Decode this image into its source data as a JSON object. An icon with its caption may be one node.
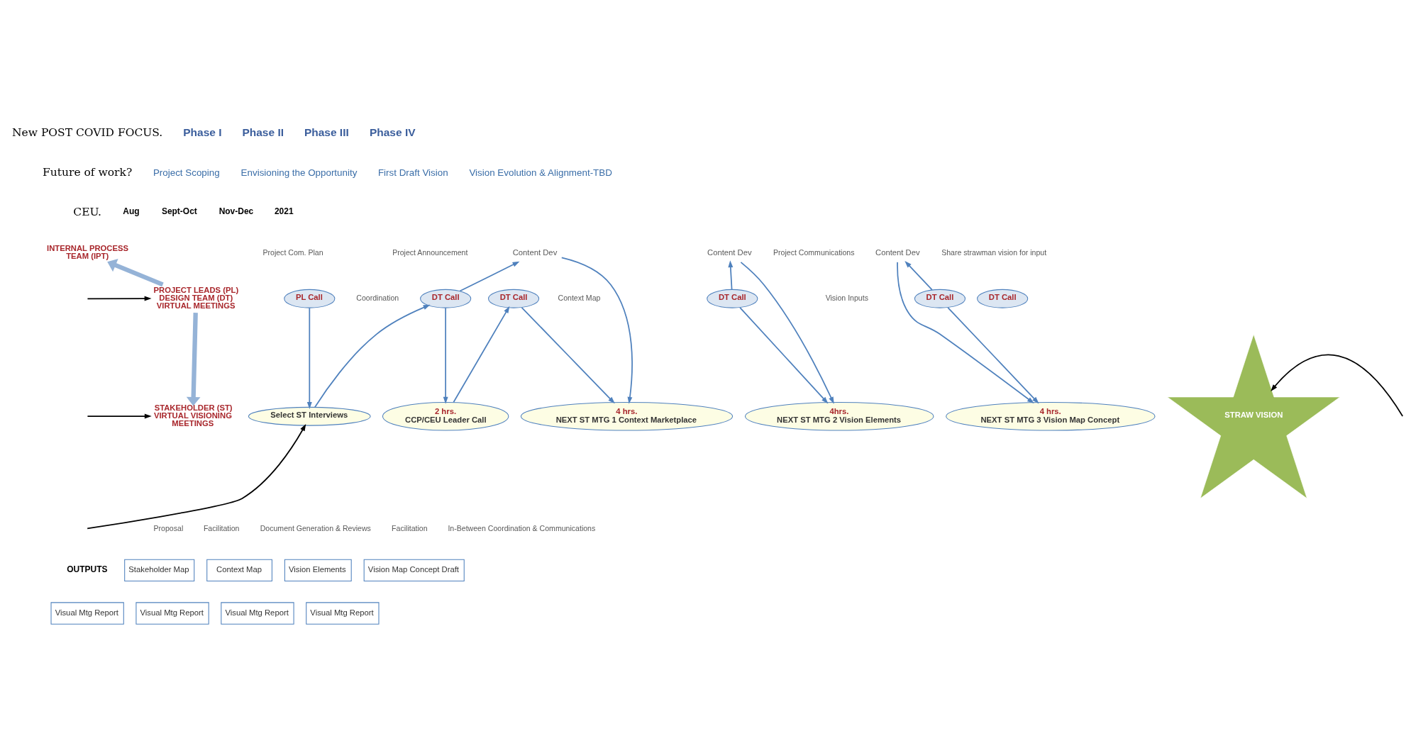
{
  "diagram": {
    "nodes": [
      {
        "text": [
          "INTERNAL PROCESS TEAM (IPT)"
        ]
      },
      {
        "text": [
          "Content Dev"
        ]
      },
      {
        "text": [
          "Content Dev"
        ]
      },
      {
        "text": [
          "Content Dev"
        ]
      },
      {
        "text": [
          "PROJECT LEADS (PL) DESIGN TEAM (DT) VIRTUAL MEETINGS"
        ]
      },
      {
        "text": [
          "PL Call"
        ]
      },
      {
        "text": [
          "DT Call"
        ]
      },
      {
        "text": [
          "DT Call"
        ]
      },
      {
        "text": [
          "DT Call"
        ]
      },
      {
        "text": [
          "DT Call"
        ]
      },
      {
        "text": [
          "DT Call"
        ]
      },
      {
        "text": [
          "STAKEHOLDER (ST) VIRTUAL VISIONING MEETINGS"
        ]
      },
      {
        "text": [
          "Select ST Interviews"
        ]
      },
      {
        "text": [
          "2 hrs.",
          "CCP/CEU Leader Call"
        ]
      },
      {
        "text": [
          "4 hrs.",
          "NEXT ST MTG 1 Context Marketplace"
        ]
      },
      {
        "text": [
          "4hrs.",
          "NEXT ST MTG 2 Vision Elements"
        ]
      },
      {
        "text": [
          "4 hrs.",
          "NEXT ST MTG 3 Vision Map Concept"
        ]
      },
      {
        "text": [
          "STRAW VISION"
        ]
      },
      {
        "text": [
          "Stakeholder Map"
        ]
      },
      {
        "text": [
          "Context Map"
        ]
      },
      {
        "text": [
          "Vision Elements"
        ]
      },
      {
        "text": [
          "Vision Map Concept Draft"
        ]
      },
      {
        "text": [
          "Visual Mtg Report"
        ]
      },
      {
        "text": [
          "Visual Mtg Report"
        ]
      },
      {
        "text": [
          "Visual Mtg Report"
        ]
      },
      {
        "text": [
          "Visual Mtg Report"
        ]
      }
    ],
    "edges": [
      {
        "from": 4,
        "to": 0,
        "arrow": "to",
        "style": "thick"
      },
      {
        "from": 4,
        "to": 11,
        "arrow": "to",
        "style": "thick"
      },
      {
        "from": 5,
        "to": 12,
        "arrow": "to"
      },
      {
        "from": 12,
        "to": 6,
        "arrow": "to"
      },
      {
        "from": 6,
        "to": 13,
        "arrow": "to"
      },
      {
        "from": 6,
        "to": 1,
        "arrow": "to"
      },
      {
        "from": 13,
        "to": 7,
        "arrow": "to"
      },
      {
        "from": 1,
        "to": 14,
        "arrow": "to"
      },
      {
        "from": 7,
        "to": 14,
        "arrow": "to"
      },
      {
        "from": 8,
        "to": 2,
        "arrow": "to"
      },
      {
        "from": 8,
        "to": 15,
        "arrow": "to"
      },
      {
        "from": 2,
        "to": 15,
        "arrow": "to"
      },
      {
        "from": 9,
        "to": 3,
        "arrow": "to"
      },
      {
        "from": 9,
        "to": 16,
        "arrow": "to"
      },
      {
        "from": 3,
        "to": 16,
        "arrow": "to"
      },
      {
        "from": null,
        "to": 4,
        "arrow": "to",
        "color": "#000000"
      },
      {
        "from": null,
        "to": 11,
        "arrow": "to",
        "color": "#000000"
      },
      {
        "from": null,
        "to": 12,
        "arrow": "to",
        "color": "#000000"
      },
      {
        "from": null,
        "to": 17,
        "arrow": "to",
        "color": "#000000"
      }
    ],
    "labels": [
      "New POST COVID FOCUS.",
      "Future of work?",
      "CEU.",
      "Phase I",
      "Project Scoping",
      "Aug",
      "Phase II",
      "Envisioning the Opportunity",
      "Sept-Oct",
      "Phase III",
      "First Draft Vision",
      "Nov-Dec",
      "Phase IV",
      "Vision Evolution & Alignment-TBD",
      "2021",
      "Project Com. Plan",
      "Project Announcement",
      "Project Communications",
      "Share strawman vision for input",
      "Coordination",
      "Context Map",
      "Vision Inputs",
      "Proposal",
      "Facilitation",
      "Document Generation & Reviews",
      "Facilitation",
      "In-Between Coordination & Communications",
      "OUTPUTS"
    ]
  }
}
